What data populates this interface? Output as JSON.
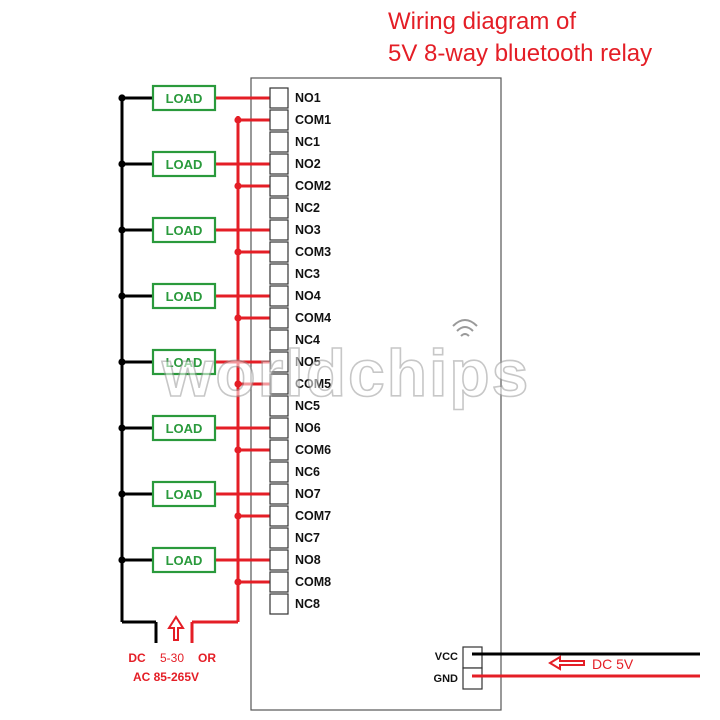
{
  "title_line1": "Wiring diagram of",
  "title_line2": "5V 8-way bluetooth relay",
  "load_label": "LOAD",
  "terminals": [
    "NO1",
    "COM1",
    "NC1",
    "NO2",
    "COM2",
    "NC2",
    "NO3",
    "COM3",
    "NC3",
    "NO4",
    "COM4",
    "NC4",
    "NO5",
    "COM5",
    "NC5",
    "NO6",
    "COM6",
    "NC6",
    "NO7",
    "COM7",
    "NC7",
    "NO8",
    "COM8",
    "NC8"
  ],
  "power_terminals": [
    "VCC",
    "GND"
  ],
  "supply": {
    "dc": "DC",
    "range": "5-30",
    "or": "OR",
    "ac": "AC 85-265V"
  },
  "module_power": "DC 5V",
  "watermark": "worldchips",
  "colors": {
    "wire_red": "#e41e26",
    "wire_black": "#000000",
    "load_border": "#2a9a3c",
    "load_text": "#2a9a3c",
    "terminal_text": "#111111"
  }
}
